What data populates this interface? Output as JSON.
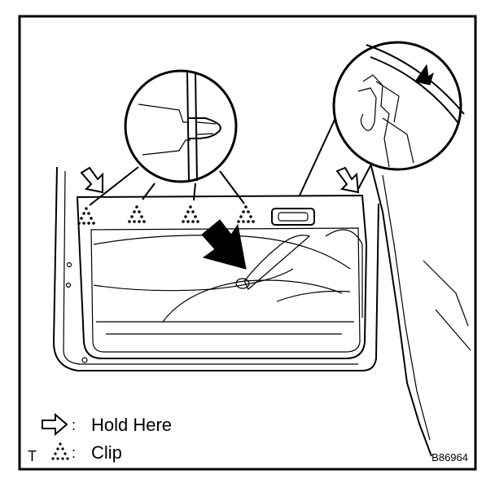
{
  "legend": {
    "hold_label": "Hold Here",
    "clip_label": "Clip",
    "separator": ":"
  },
  "corner_mark": "T",
  "figure_code": "B86964",
  "icons": {
    "hold": "hollow-arrow-icon",
    "clip": "dotted-triangle-icon",
    "pull": "solid-arrow-icon"
  }
}
